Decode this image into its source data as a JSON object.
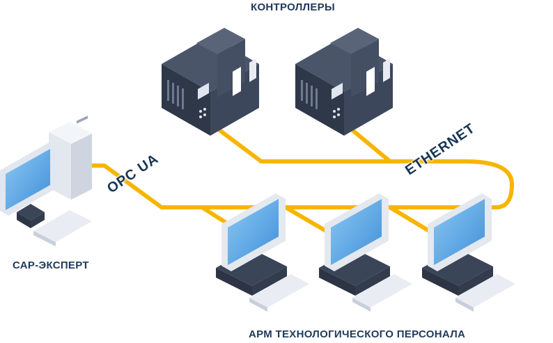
{
  "labels": {
    "controllers": "КОНТРОЛЛЕРЫ",
    "sap_expert": "САР-ЭКСПЕРТ",
    "arm": "АРМ ТЕХНОЛОГИЧЕСКОГО ПЕРСОНАЛА",
    "opc_ua": "OPC UA",
    "ethernet": "ETHERNET"
  },
  "colors": {
    "cable": "#f7b500",
    "text": "#1f3a5a",
    "plc_dark": "#3b4558",
    "monitor_screen": "#5aa8e6",
    "device_light": "#e9ecf3"
  }
}
